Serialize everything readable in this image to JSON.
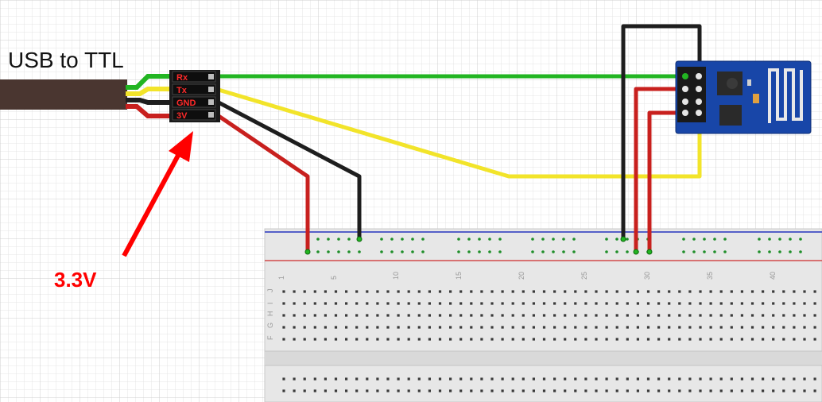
{
  "title": "USB to TTL",
  "annotation": "3.3V",
  "usb_ttl_pins": [
    "Rx",
    "Tx",
    "GND",
    "3V"
  ],
  "breadboard_column_labels": [
    "1",
    "5",
    "10",
    "15",
    "20",
    "25",
    "30",
    "35",
    "40"
  ],
  "breadboard_row_labels": [
    "J",
    "I",
    "H",
    "G",
    "F"
  ],
  "colors": {
    "green_wire": "#22b522",
    "yellow_wire": "#f2e42a",
    "black_wire": "#1e1e1e",
    "red_wire": "#c8201e",
    "annotation": "#ff0000",
    "module_board": "#1846a8",
    "grid": "#d9d9d9"
  },
  "icons": [
    "usb-cable-icon",
    "esp8266-module-icon",
    "breadboard-icon",
    "arrow-icon"
  ]
}
